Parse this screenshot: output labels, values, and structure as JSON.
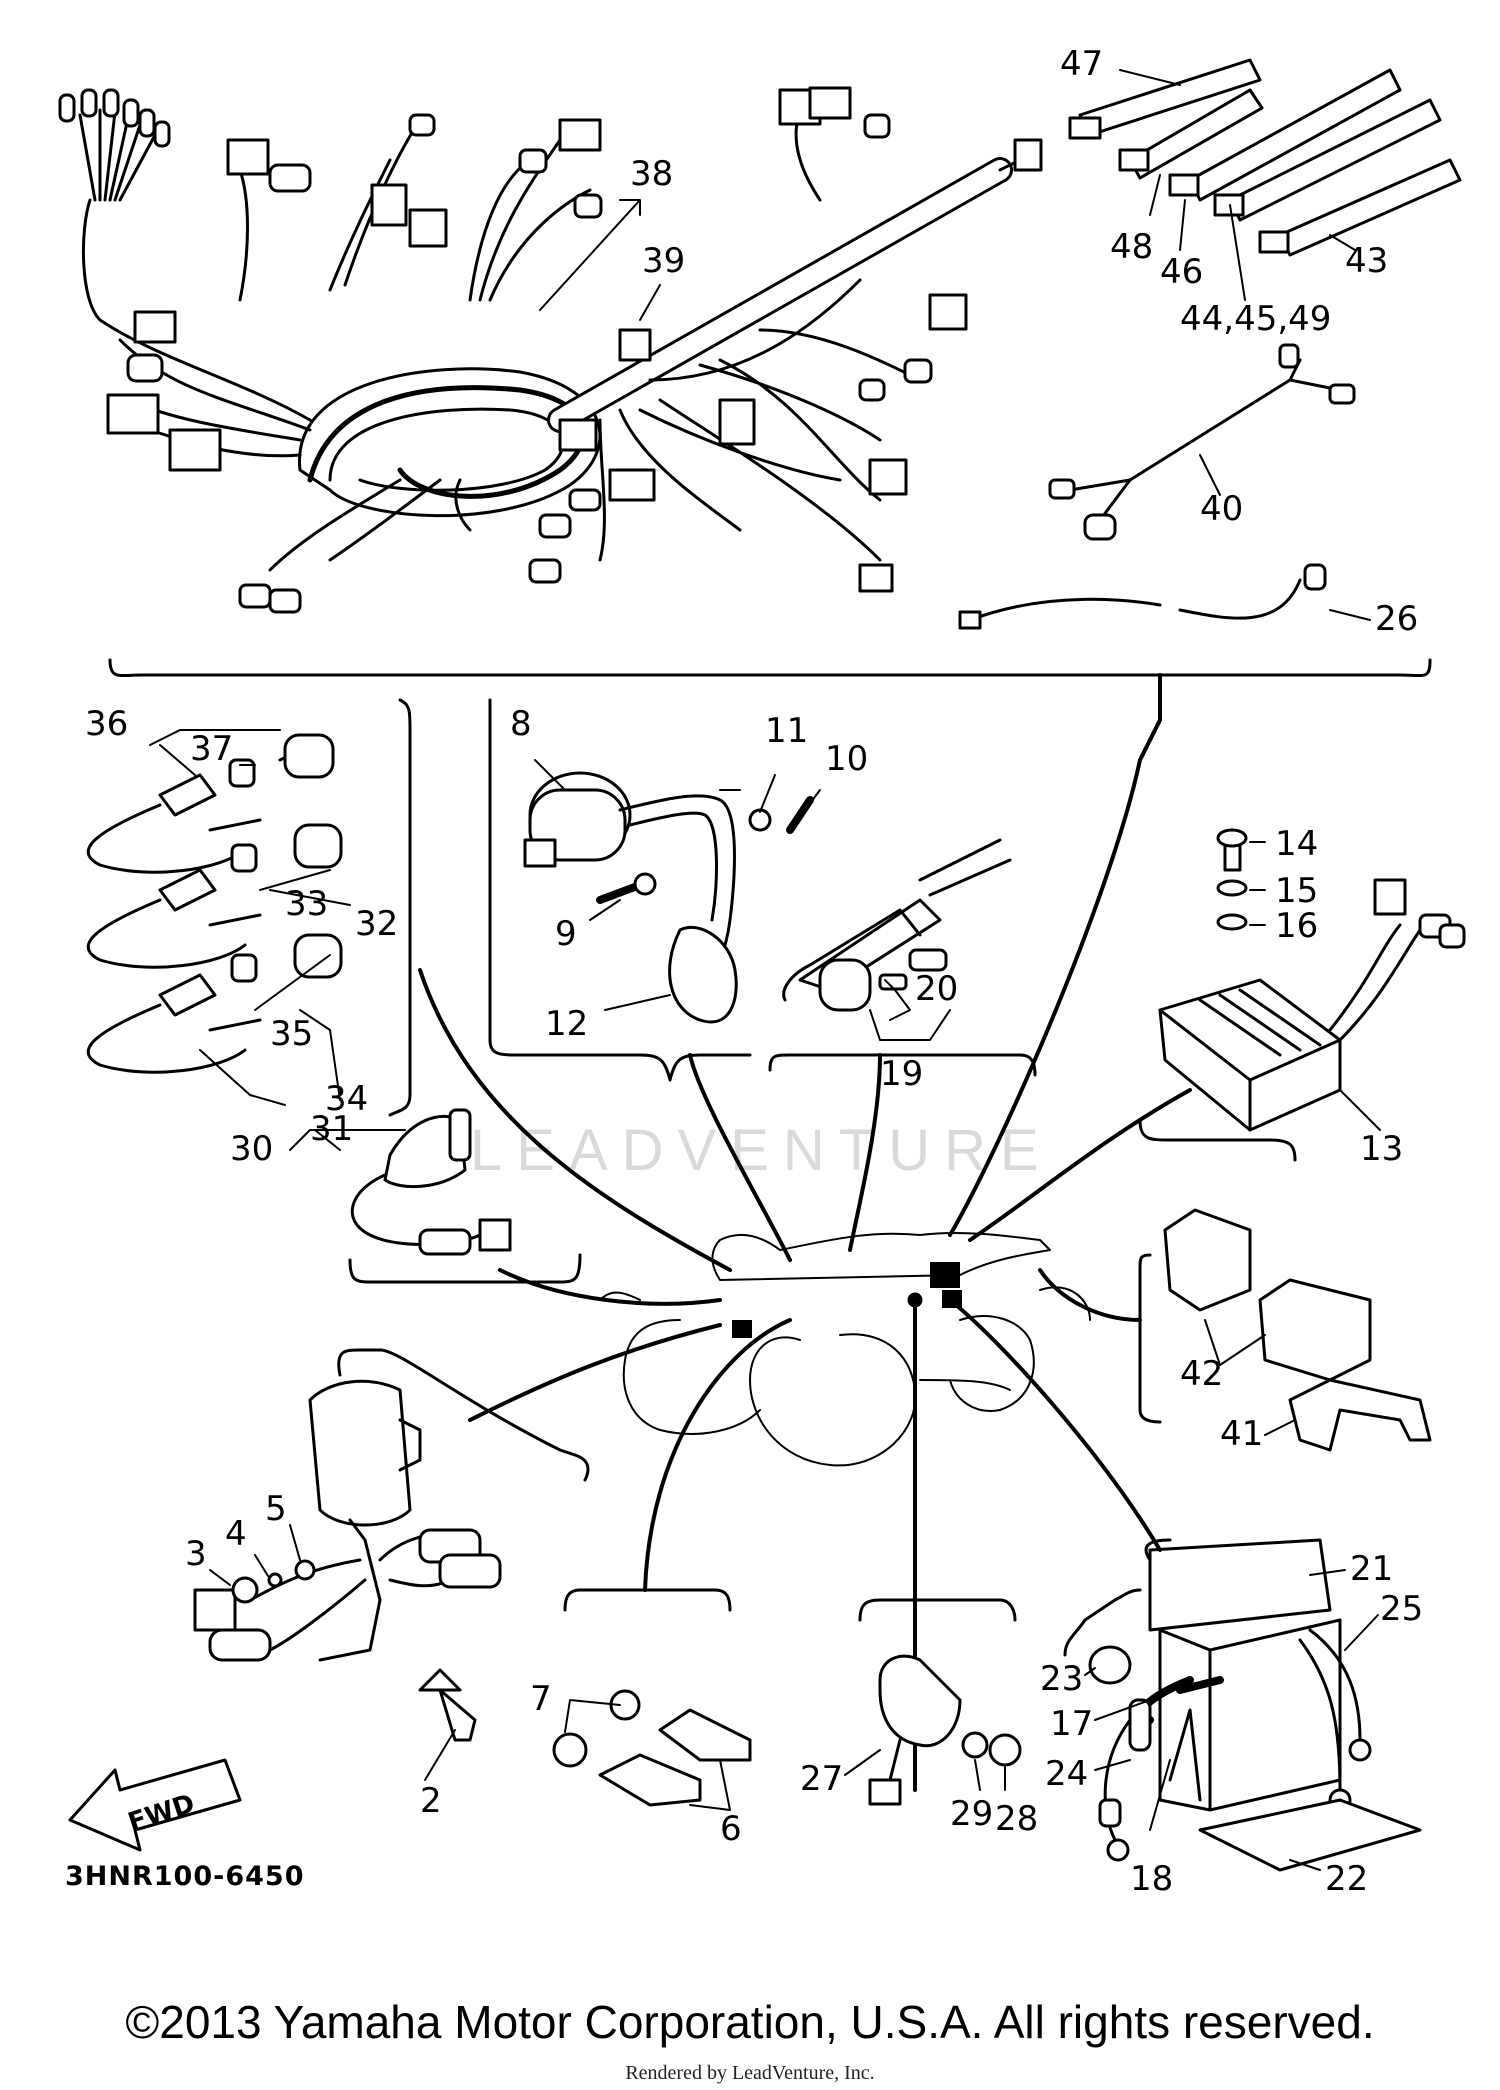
{
  "diagram": {
    "part_code": "3HNR100-6450",
    "watermark": "LEADVENTURE",
    "copyright": "©2013 Yamaha Motor Corporation, U.S.A. All rights reserved.",
    "rendered_by": "Rendered by LeadVenture, Inc.",
    "fwd_label": "FWD",
    "callouts": [
      {
        "id": "c47",
        "text": "47"
      },
      {
        "id": "c48",
        "text": "48"
      },
      {
        "id": "c46",
        "text": "46"
      },
      {
        "id": "c43",
        "text": "43"
      },
      {
        "id": "c44",
        "text": "44,45,49"
      },
      {
        "id": "c38",
        "text": "38"
      },
      {
        "id": "c39",
        "text": "39"
      },
      {
        "id": "c40",
        "text": "40"
      },
      {
        "id": "c26",
        "text": "26"
      },
      {
        "id": "c36",
        "text": "36"
      },
      {
        "id": "c37",
        "text": "37"
      },
      {
        "id": "c33",
        "text": "33"
      },
      {
        "id": "c32",
        "text": "32"
      },
      {
        "id": "c35",
        "text": "35"
      },
      {
        "id": "c34",
        "text": "34"
      },
      {
        "id": "c8",
        "text": "8"
      },
      {
        "id": "c11",
        "text": "11"
      },
      {
        "id": "c10",
        "text": "10"
      },
      {
        "id": "c9",
        "text": "9"
      },
      {
        "id": "c12",
        "text": "12"
      },
      {
        "id": "c20",
        "text": "20"
      },
      {
        "id": "c19",
        "text": "19"
      },
      {
        "id": "c14",
        "text": "14"
      },
      {
        "id": "c15",
        "text": "15"
      },
      {
        "id": "c16",
        "text": "16"
      },
      {
        "id": "c13",
        "text": "13"
      },
      {
        "id": "c30",
        "text": "30"
      },
      {
        "id": "c31",
        "text": "31"
      },
      {
        "id": "c42",
        "text": "42"
      },
      {
        "id": "c41",
        "text": "41"
      },
      {
        "id": "c3",
        "text": "3"
      },
      {
        "id": "c4",
        "text": "4"
      },
      {
        "id": "c5",
        "text": "5"
      },
      {
        "id": "c2",
        "text": "2"
      },
      {
        "id": "c7",
        "text": "7"
      },
      {
        "id": "c6",
        "text": "6"
      },
      {
        "id": "c27",
        "text": "27"
      },
      {
        "id": "c29",
        "text": "29"
      },
      {
        "id": "c28",
        "text": "28"
      },
      {
        "id": "c21",
        "text": "21"
      },
      {
        "id": "c25",
        "text": "25"
      },
      {
        "id": "c23",
        "text": "23"
      },
      {
        "id": "c17",
        "text": "17"
      },
      {
        "id": "c24",
        "text": "24"
      },
      {
        "id": "c18",
        "text": "18"
      },
      {
        "id": "c22",
        "text": "22"
      }
    ]
  }
}
